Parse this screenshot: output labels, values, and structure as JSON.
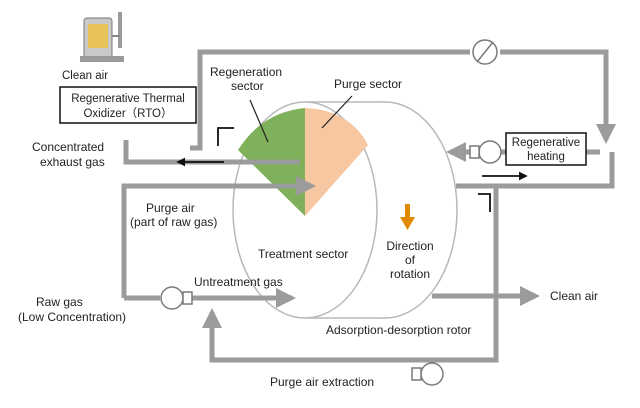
{
  "labels": {
    "regeneration": "Regeneration",
    "sector": "sector",
    "purge_sector": "Purge sector",
    "concentrated": "Concentrated",
    "exhaust_gas": "exhaust gas",
    "rto_line1": "Regenerative Thermal",
    "rto_line2": "Oxidizer（RTO）",
    "clean_air_top": "Clean air",
    "regen_heating_line1": "Regenerative",
    "regen_heating_line2": "heating",
    "purge_air": "Purge air",
    "part_of_raw_gas": "(part of raw gas)",
    "treatment_sector": "Treatment sector",
    "direction": "Direction",
    "of": "of",
    "rotation": "rotation",
    "untreatment_gas": "Untreatment gas",
    "raw_gas": "Raw gas",
    "low_concentration": "(Low Concentration)",
    "clean_air_right": "Clean air",
    "adsorption_rotor": "Adsorption-desorption rotor",
    "purge_air_extraction": "Purge air extraction"
  },
  "colors": {
    "regeneration_sector": "#7fb05a",
    "purge_sector": "#f6c7a1",
    "pipe": "#9b9b9b",
    "direction_arrow": "#e08a00"
  },
  "icons": [
    "rto-unit-icon",
    "fan-icon",
    "valve-icon",
    "direction-arrow-icon"
  ]
}
